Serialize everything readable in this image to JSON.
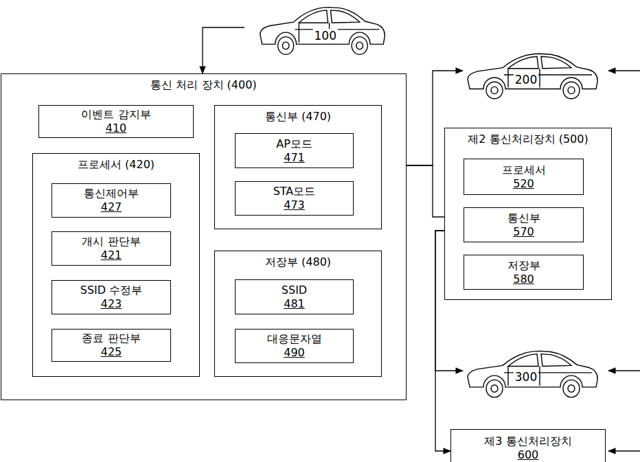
{
  "diagram": {
    "nodes": [
      {
        "text": [
          "100"
        ]
      },
      {
        "text": [
          "통신 처리 장치 (400)"
        ]
      },
      {
        "text": [
          "이벤트 감지부",
          "410"
        ],
        "in": 1
      },
      {
        "text": [
          "프로세서 (420)"
        ],
        "in": 1
      },
      {
        "text": [
          "통신제어부",
          "427"
        ],
        "in": 3
      },
      {
        "text": [
          "개시 판단부",
          "421"
        ],
        "in": 3
      },
      {
        "text": [
          "SSID 수정부",
          "423"
        ],
        "in": 3
      },
      {
        "text": [
          "종료 판단부",
          "425"
        ],
        "in": 3
      },
      {
        "text": [
          "통신부 (470)"
        ],
        "in": 1
      },
      {
        "text": [
          "AP모드",
          "471"
        ],
        "in": 8
      },
      {
        "text": [
          "STA모드",
          "473"
        ],
        "in": 8
      },
      {
        "text": [
          "저장부 (480)"
        ],
        "in": 1
      },
      {
        "text": [
          "SSID",
          "481"
        ],
        "in": 11
      },
      {
        "text": [
          "대응문자열",
          "490"
        ],
        "in": 11
      },
      {
        "text": [
          "200"
        ]
      },
      {
        "text": [
          "제2 통신처리장치 (500)"
        ]
      },
      {
        "text": [
          "프로세서",
          "520"
        ],
        "in": 15
      },
      {
        "text": [
          "통신부",
          "570"
        ],
        "in": 15
      },
      {
        "text": [
          "저장부",
          "580"
        ],
        "in": 15
      },
      {
        "text": [
          "300"
        ]
      },
      {
        "text": [
          "제3 통신처리장치",
          "600"
        ]
      }
    ],
    "edges": [
      {
        "from": 0,
        "to": 1,
        "arrow": "to"
      },
      {
        "from": 2,
        "to": 5,
        "arrow": "to"
      },
      {
        "from": 2,
        "to": 7,
        "arrow": "to"
      },
      {
        "from": 5,
        "to": 6,
        "arrow": "to"
      },
      {
        "from": 7,
        "to": 6,
        "arrow": "to"
      },
      {
        "from": 13,
        "to": 6,
        "arrow": "to"
      },
      {
        "from": 4,
        "to": 8,
        "arrow": "to"
      },
      {
        "from": 6,
        "to": 8,
        "arrow": "to"
      },
      {
        "from": 8,
        "to": 14,
        "arrow": "both"
      },
      {
        "from": 8,
        "to": 17,
        "arrow": "both"
      },
      {
        "from": 17,
        "to": 19,
        "arrow": "both"
      },
      {
        "from": 17,
        "to": 20,
        "arrow": "both"
      }
    ]
  }
}
